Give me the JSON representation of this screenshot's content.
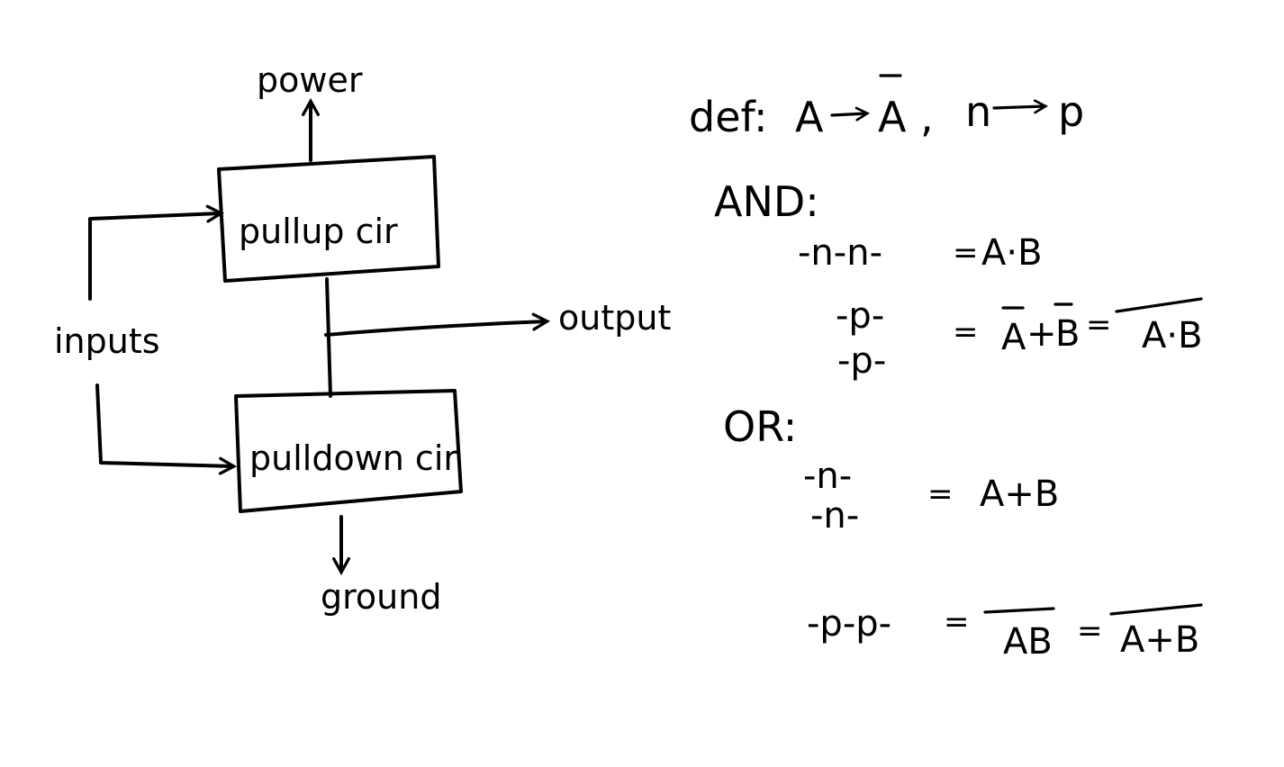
{
  "diagram": {
    "power": "power",
    "pullup": "pullup cir",
    "pulldown": "pulldown cir",
    "inputs": "inputs",
    "output": "output",
    "ground": "ground"
  },
  "notes": {
    "def_label": "def:",
    "def_a": "A",
    "def_abar": "A",
    "def_comma": ",",
    "def_n": "n",
    "def_p": "p",
    "and_label": "AND:",
    "and_series": "-n-n-",
    "and_series_eq": "=",
    "and_series_expr": "A·B",
    "and_par_top": "-p-",
    "and_par_bot": "-p-",
    "and_par_eq": "=",
    "and_par_a": "A",
    "and_par_plus": "+",
    "and_par_b": "B",
    "and_par_eq2": "=",
    "and_par_nand": "A·B",
    "or_label": "OR:",
    "or_par_top": "-n-",
    "or_par_bot": "-n-",
    "or_par_eq": "=",
    "or_par_expr": "A+B",
    "or_series": "-p-p-",
    "or_series_eq": "=",
    "or_series_ab": "AB",
    "or_series_eq2": "=",
    "or_series_nor": "A+B"
  }
}
